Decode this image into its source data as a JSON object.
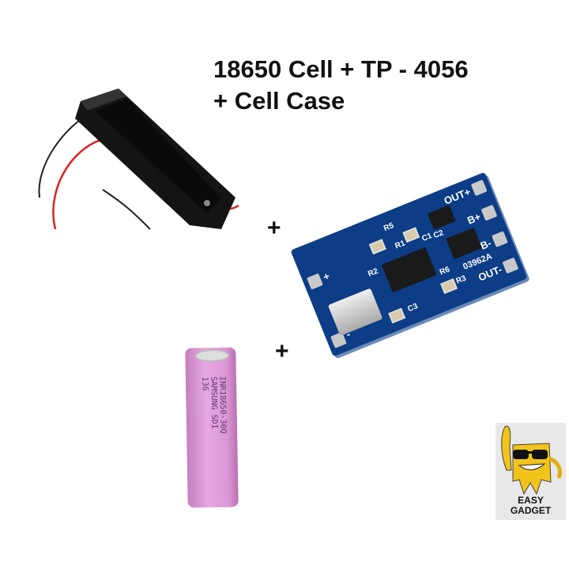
{
  "title": {
    "line1": "18650 Cell + TP - 4056",
    "line2": "+ Cell Case"
  },
  "plus_signs": [
    "+",
    "+"
  ],
  "board": {
    "labels": [
      "OUT+",
      "B+",
      "B-",
      "OUT-",
      "+",
      "-",
      "R1",
      "R2",
      "R3",
      "R5",
      "R6",
      "C1",
      "C2",
      "C3",
      "03962A"
    ]
  },
  "battery": {
    "markings": [
      "INR18650-30Q",
      "SAMSUNG SDI",
      "136"
    ],
    "color": "#e0a0dc"
  },
  "logo": {
    "line1": "EASY",
    "line2": "GADGET",
    "color": "#f2c31a"
  }
}
